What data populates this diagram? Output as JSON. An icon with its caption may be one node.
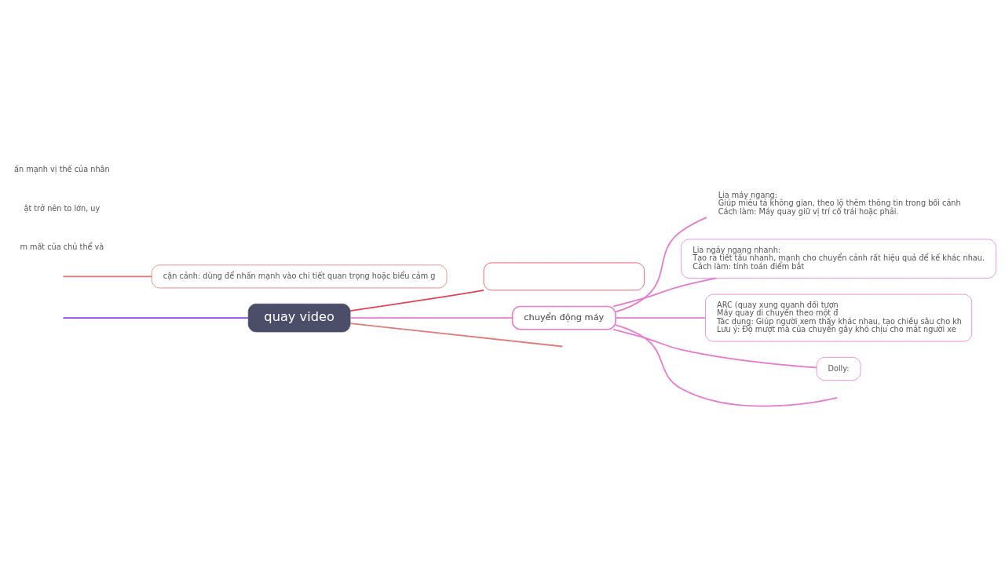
{
  "diagram": {
    "nodes": [
      {
        "text": [
          "quay video"
        ]
      },
      {
        "text": [],
        "shape": "box"
      },
      {
        "text": [
          "cận cảnh: dùng để nhấn mạnh vào chi tiết quan trọng hoặc biểu cảm g"
        ]
      },
      {
        "text": [
          "chuyển động máy"
        ]
      },
      {
        "text": [
          "Lia máy ngang:",
          "Giúp miêu tả không gian, theo lộ thêm thông tin trong bối cảnh",
          "Cách làm: Máy quay giữ vị trí cố trái hoặc phải."
        ]
      },
      {
        "text": [
          "Lia ngáy ngang nhanh:",
          "Tạo ra tiết tấu nhanh, mạnh cho chuyển cảnh rất hiệu quả để kế khác nhau.",
          "Cách làm: tính toán điểm bắt"
        ]
      },
      {
        "text": [
          "ARC (quay xung quanh đối tượn",
          "Máy quay di chuyển theo một đ",
          "Tác dụng: Giúp người xem thấy khác nhau, tạo chiều sâu cho kh",
          "Lưu ý: Độ mượt mà của chuyển gây khó chịu cho mắt người xe"
        ]
      },
      {
        "text": [
          "Dolly:"
        ]
      }
    ],
    "edges": [
      {
        "from": 0,
        "to": 1,
        "arrow": "none",
        "color": "#e8414f"
      },
      {
        "from": 0,
        "to": null,
        "arrow": "none",
        "color": "#e07b76"
      },
      {
        "from": null,
        "to": 2,
        "arrow": "none",
        "color": "#e07b76"
      },
      {
        "from": null,
        "to": 0,
        "arrow": "none",
        "color": "#8a3cf0"
      },
      {
        "from": 0,
        "to": 3,
        "arrow": "none"
      },
      {
        "from": 3,
        "to": 4,
        "arrow": "none"
      },
      {
        "from": 3,
        "to": 5,
        "arrow": "none"
      },
      {
        "from": 3,
        "to": 6,
        "arrow": "none"
      },
      {
        "from": 3,
        "to": 7,
        "arrow": "none"
      },
      {
        "from": 3,
        "to": null,
        "arrow": "none"
      }
    ],
    "labels": [
      "m mất của chủ thể và",
      "ật trở nên to lớn, uy",
      "ấn mạnh vị thế của nhân"
    ]
  }
}
